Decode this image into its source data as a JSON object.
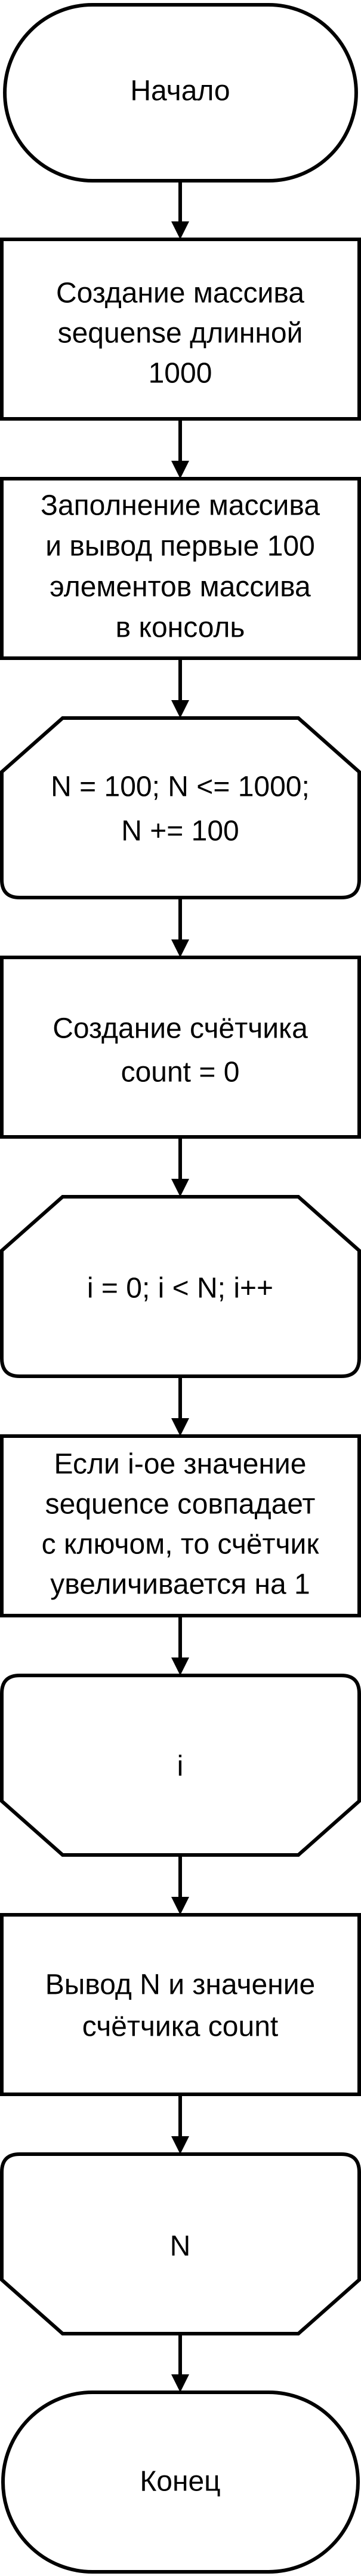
{
  "flowchart": {
    "start": {
      "label": "Начало"
    },
    "step_create_array": {
      "lines": [
        "Создание массива",
        "sequense длинной",
        "1000"
      ]
    },
    "step_fill_array": {
      "lines": [
        "Заполнение массива",
        "и вывод первые 100",
        "элементов массива",
        "в консоль"
      ]
    },
    "loop_n_begin": {
      "lines": [
        "N = 100; N <= 1000;",
        "N += 100"
      ]
    },
    "step_create_counter": {
      "lines": [
        "Создание счётчика",
        "count = 0"
      ]
    },
    "loop_i_begin": {
      "lines": [
        "i = 0; i < N; i++"
      ]
    },
    "step_compare": {
      "lines": [
        "Если i-ое значение",
        "sequence совпадает",
        "с ключом, то счётчик",
        "увеличивается на 1"
      ]
    },
    "loop_i_end": {
      "lines": [
        "i"
      ]
    },
    "step_output": {
      "lines": [
        "Вывод N и значение",
        "счётчика count"
      ]
    },
    "loop_n_end": {
      "lines": [
        "N"
      ]
    },
    "end": {
      "label": "Конец"
    }
  }
}
